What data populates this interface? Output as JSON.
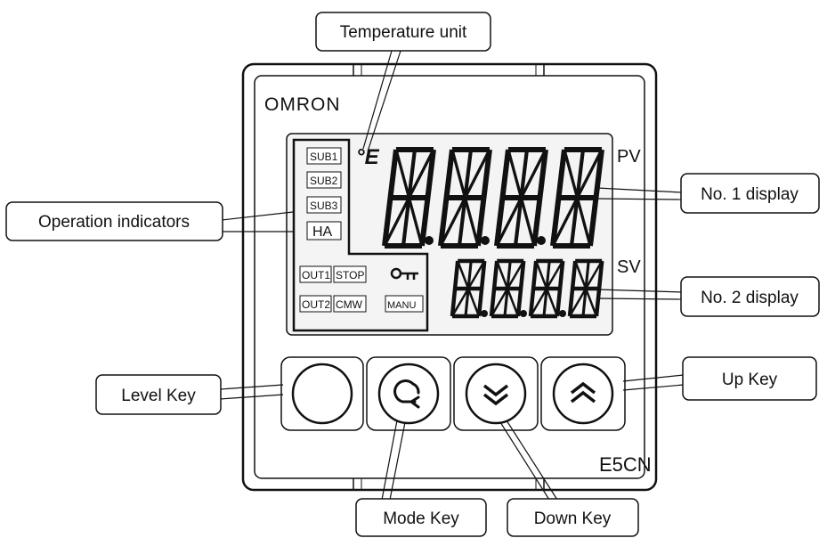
{
  "callouts": {
    "temperature_unit": "Temperature unit",
    "operation_indicators": "Operation indicators",
    "no1_display": "No. 1 display",
    "no2_display": "No. 2 display",
    "level_key": "Level Key",
    "mode_key": "Mode Key",
    "down_key": "Down Key",
    "up_key": "Up Key"
  },
  "panel": {
    "brand": "OMRON",
    "model": "E5CN",
    "pv_label": "PV",
    "sv_label": "SV",
    "unit_symbol": "°E"
  },
  "indicators": {
    "sub1": "SUB1",
    "sub2": "SUB2",
    "sub3": "SUB3",
    "ha": "HA",
    "out1": "OUT1",
    "stop": "STOP",
    "out2": "OUT2",
    "cmw": "CMW",
    "manu": "MANU"
  },
  "icons": {
    "key_lock": "key-icon",
    "level_key": "blank-circle-icon",
    "mode_key": "cycle-arrow-icon",
    "down_key": "double-chevron-down-icon",
    "up_key": "double-chevron-up-icon"
  },
  "displays": {
    "no1_digits": 4,
    "no2_digits": 4
  }
}
